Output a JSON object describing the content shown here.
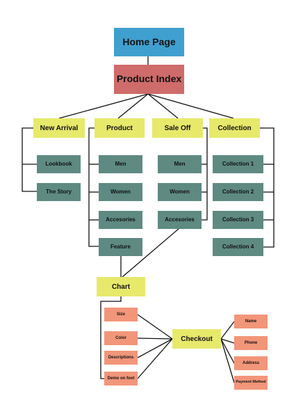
{
  "nodes": {
    "home_page": "Home Page",
    "product_index": "Product Index",
    "new_arrival": "New Arrival",
    "product": "Product",
    "sale_off": "Sale Off",
    "collection": "Collection",
    "lookbook": "Lookbook",
    "the_story": "The Story",
    "men": "Men",
    "women": "Women",
    "accesories": "Accesories",
    "feature": "Feature",
    "sale_men": "Men",
    "sale_women": "Women",
    "sale_accesories": "Accesories",
    "collection_1": "Collection 1",
    "collection_2": "Collection 2",
    "collection_3": "Collection 3",
    "collection_4": "Collection 4",
    "chart": "Chart",
    "size": "Size",
    "color": "Color",
    "descriptions": "Descriptions",
    "demo_on_foot": "Demo on foot",
    "checkout": "Checkout",
    "name": "Name",
    "phone": "Phone",
    "address": "Address",
    "payment_method": "Payment Method"
  },
  "colors": {
    "blue": "#3fa0cf",
    "red": "#cf6b6b",
    "yellow": "#e7e96b",
    "teal": "#5e8a82",
    "orange": "#f2967a",
    "line": "#111111"
  }
}
